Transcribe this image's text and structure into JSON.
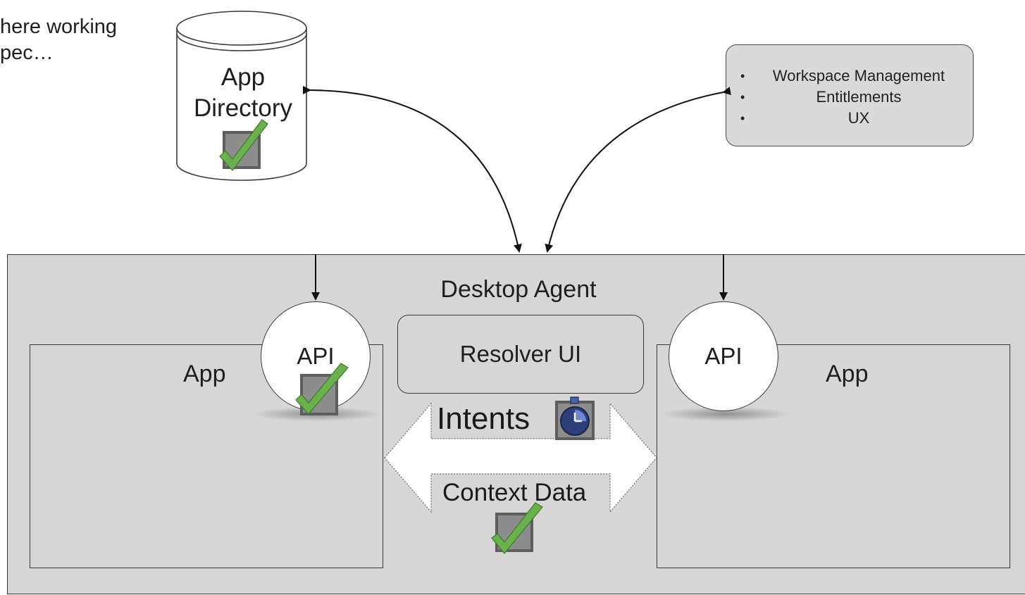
{
  "partial_text": {
    "line1": "here working",
    "line2": "pec…"
  },
  "app_directory": {
    "line1": "App",
    "line2": "Directory"
  },
  "info_box": {
    "items": [
      "Workspace Management",
      "Entitlements",
      "UX"
    ]
  },
  "desktop_agent": {
    "title": "Desktop Agent"
  },
  "left_app": {
    "label": "App",
    "api_label": "API"
  },
  "right_app": {
    "label": "App",
    "api_label": "API"
  },
  "resolver": {
    "label": "Resolver UI"
  },
  "intents": {
    "label": "Intents"
  },
  "context": {
    "label": "Context Data"
  },
  "icons": {
    "checkmark": "checkmark-icon",
    "clock": "stopwatch-icon"
  },
  "colors": {
    "agent_fill": "#d6d6d6",
    "check_green": "#6ab04c",
    "checkbox_gray": "#6b6b6b",
    "clock_blue": "#2e3f7a"
  }
}
